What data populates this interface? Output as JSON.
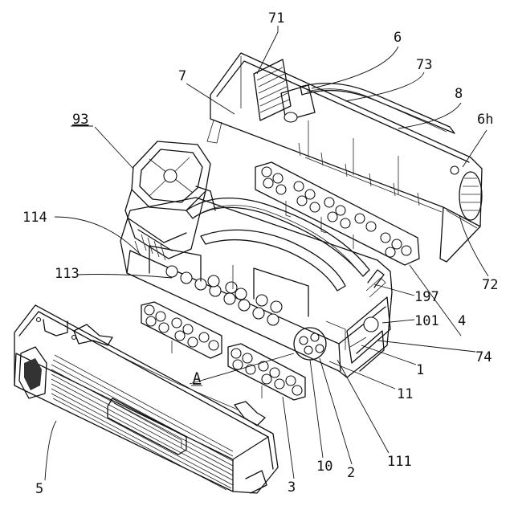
{
  "labels": {
    "l71": "71",
    "l6": "6",
    "l73": "73",
    "l7": "7",
    "l8": "8",
    "l93": "93",
    "l6h": "6h",
    "l114": "114",
    "l113": "113",
    "l72": "72",
    "l197": "197",
    "l101": "101",
    "l4": "4",
    "l74": "74",
    "l1": "1",
    "lA": "A",
    "l11": "11",
    "l111": "111",
    "l10": "10",
    "l2": "2",
    "l3": "3",
    "l5": "5"
  }
}
